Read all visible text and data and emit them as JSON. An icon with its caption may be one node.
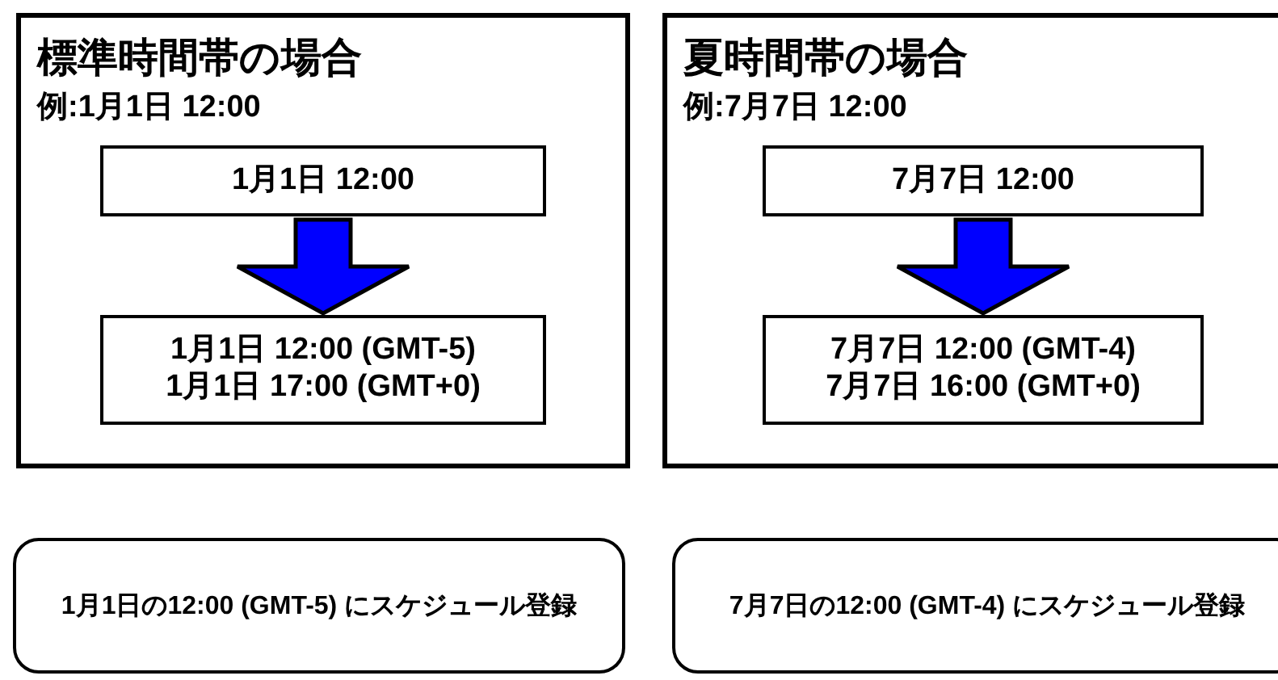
{
  "diagram": {
    "nodes": [
      {
        "text": [
          "標準時間帯の場合",
          "例:1月1日 12:00"
        ]
      },
      {
        "text": [
          "1月1日 12:00"
        ],
        "in": 0
      },
      {
        "text": [
          "1月1日 12:00 (GMT-5)",
          "1月1日 17:00 (GMT+0)"
        ],
        "in": 0
      },
      {
        "text": [
          "夏時間帯の場合",
          "例:7月7日 12:00"
        ]
      },
      {
        "text": [
          "7月7日 12:00"
        ],
        "in": 3
      },
      {
        "text": [
          "7月7日 12:00 (GMT-4)",
          "7月7日 16:00 (GMT+0)"
        ],
        "in": 3
      },
      {
        "text": [
          "1月1日の12:00 (GMT-5) にスケジュール登録"
        ]
      },
      {
        "text": [
          "7月7日の12:00 (GMT-4) にスケジュール登録"
        ]
      }
    ],
    "edges": [
      {
        "from": 1,
        "to": 2,
        "arrow": "to",
        "style": "thick",
        "color": "#0000ff"
      },
      {
        "from": 4,
        "to": 5,
        "arrow": "to",
        "style": "thick",
        "color": "#0000ff"
      }
    ]
  }
}
